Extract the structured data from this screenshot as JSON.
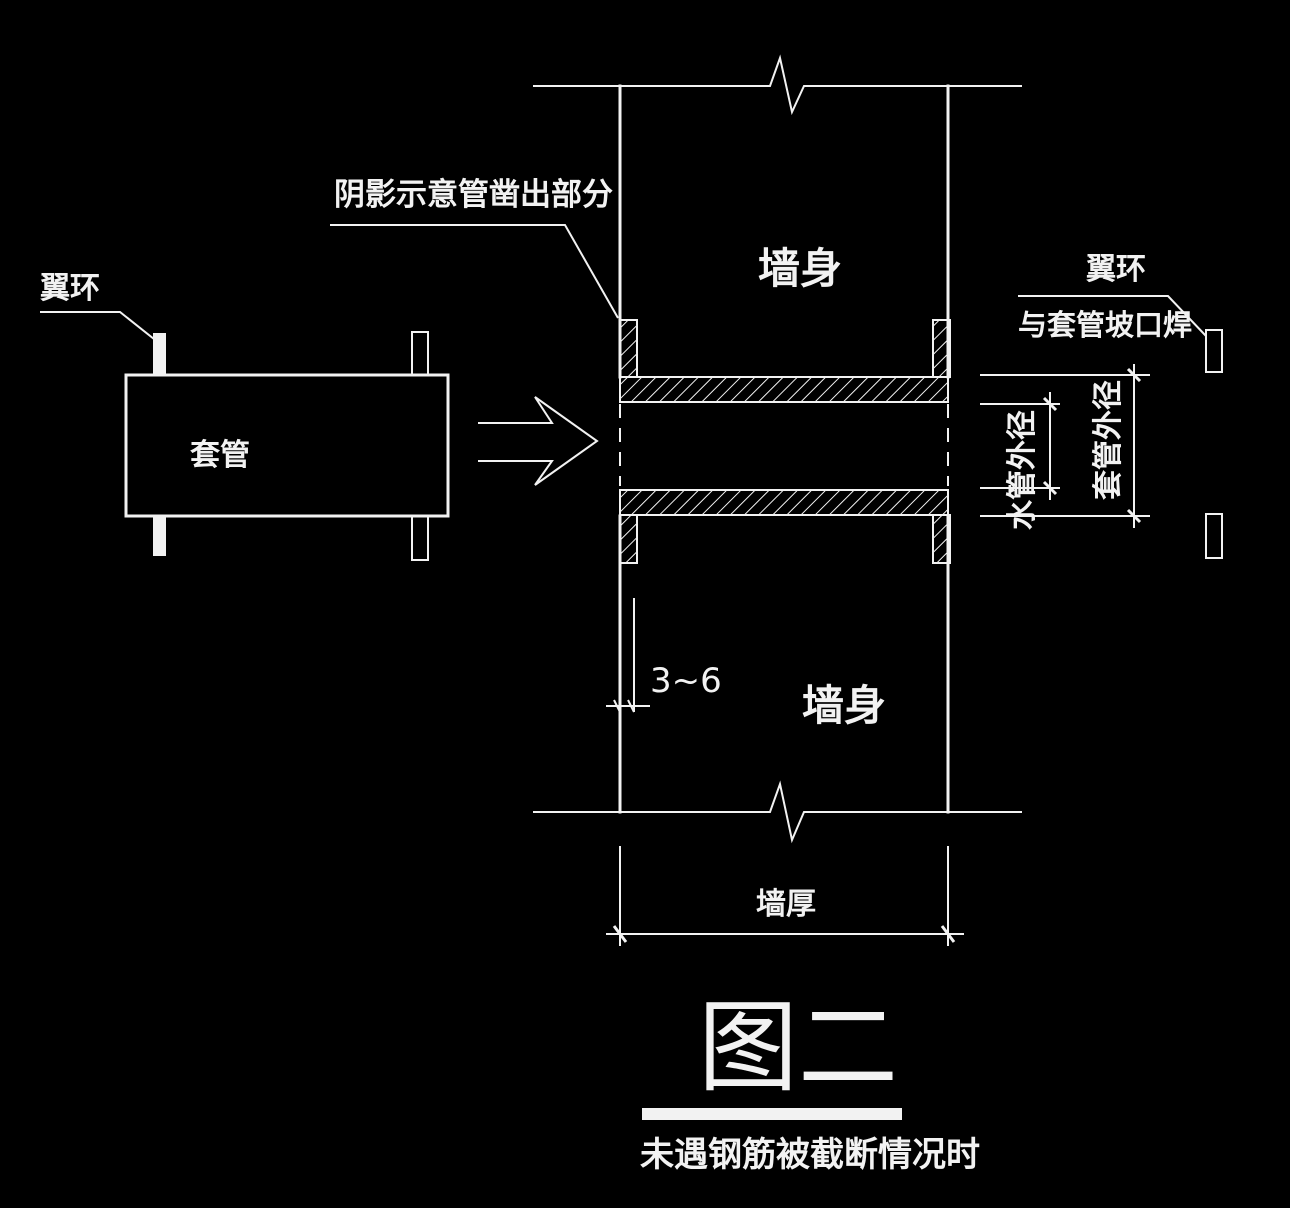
{
  "labels": {
    "shadow_note": "阴影示意管凿出部分",
    "wall_body_top": "墙身",
    "wall_body_bottom": "墙身",
    "wing_ring_left": "翼环",
    "sleeve": "套管",
    "wing_ring_right": "翼环",
    "wing_ring_weld": "与套管坡口焊",
    "pipe_outer_diameter": "水管外径",
    "sleeve_outer_diameter": "套管外径",
    "gap_dim": "3~6",
    "wall_thickness": "墙厚",
    "figure_title": "图二",
    "caption": "未遇钢筋被截断情况时"
  },
  "colors": {
    "background": "#000000",
    "line": "#f2f2f2"
  }
}
